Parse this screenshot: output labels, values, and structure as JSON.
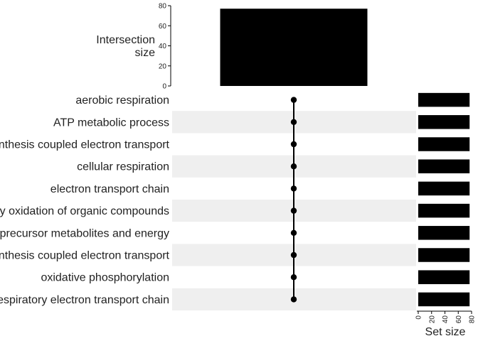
{
  "chart_data": {
    "type": "upset",
    "intersection_axis": {
      "title_line1": "Intersection",
      "title_line2": "size",
      "ylim": [
        0,
        80
      ],
      "ticks": [
        "0",
        "20",
        "40",
        "60",
        "80"
      ]
    },
    "intersections": [
      {
        "size": 77,
        "members": "all"
      }
    ],
    "sets": [
      {
        "name": "aerobic respiration",
        "size": 77
      },
      {
        "name": "ATP metabolic process",
        "size": 77
      },
      {
        "name": "ATP synthesis coupled electron transport",
        "size": 77
      },
      {
        "name": "cellular respiration",
        "size": 77
      },
      {
        "name": "electron transport chain",
        "size": 77
      },
      {
        "name": "energy derivation by oxidation of organic compounds",
        "size": 77
      },
      {
        "name": "generation of precursor metabolites and energy",
        "size": 77
      },
      {
        "name": "mitochondrial ATP synthesis coupled electron transport",
        "size": 77
      },
      {
        "name": "oxidative phosphorylation",
        "size": 77
      },
      {
        "name": "respiratory electron transport chain",
        "size": 77
      }
    ],
    "set_size_axis": {
      "title": "Set size",
      "xlim": [
        0,
        80
      ],
      "ticks": [
        "0",
        "20",
        "40",
        "60",
        "80"
      ]
    },
    "colors": {
      "bar": "#000000",
      "dot": "#000000",
      "stripe": "#efefef",
      "axis": "#000000"
    }
  }
}
